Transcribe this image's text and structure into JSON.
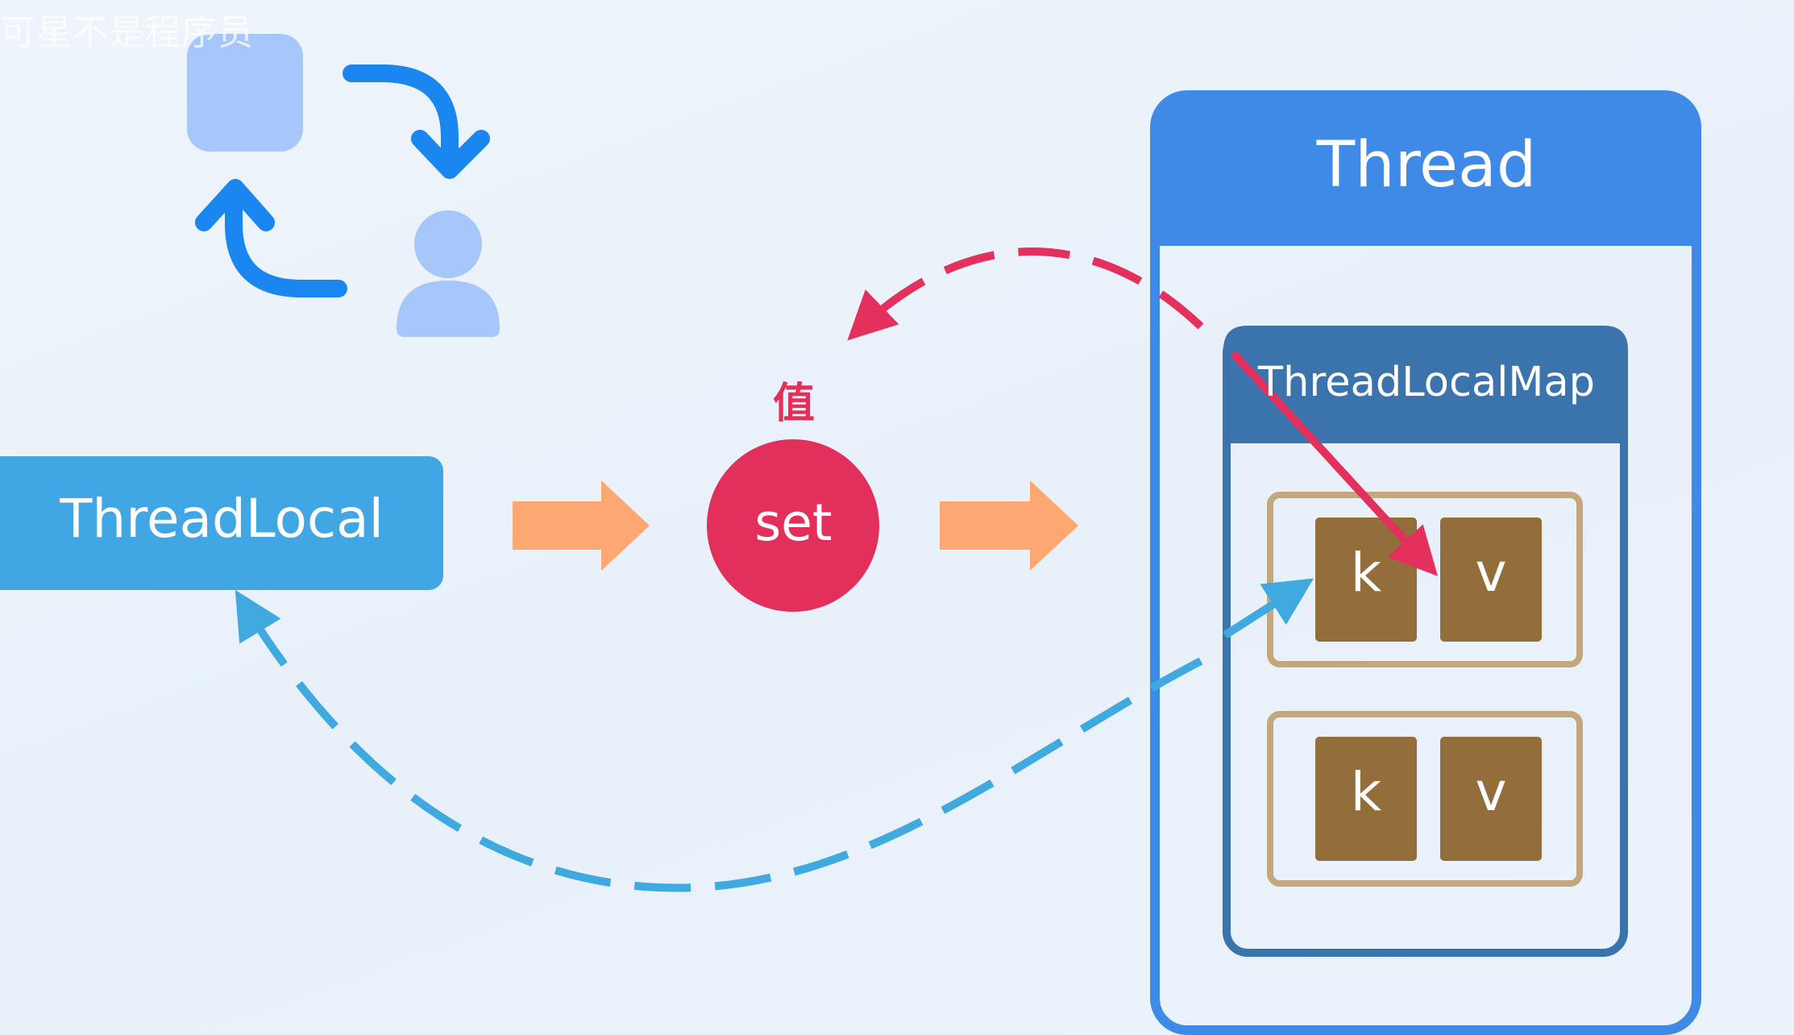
{
  "watermark": "可星不是程序员",
  "thread": {
    "title": "Thread"
  },
  "thread_local_map": {
    "title": "ThreadLocalMap",
    "entries": [
      {
        "key": "k",
        "value": "v"
      },
      {
        "key": "k",
        "value": "v"
      }
    ]
  },
  "thread_local": {
    "label": "ThreadLocal"
  },
  "set_node": {
    "label": "set",
    "value_label": "值"
  },
  "colors": {
    "thread_blue": "#3f8ae6",
    "map_blue": "#3b73ac",
    "threadlocal_blue": "#41a6e4",
    "set_red": "#e32f5c",
    "arrow_orange": "#fda873",
    "entry_brown": "#946e3a",
    "entry_border": "#c4a87c",
    "return_dashed_blue": "#3fa9e0",
    "dashed_red": "#e3305c",
    "icon_blue": "#1a86f0",
    "icon_light_blue": "#a7c7fb"
  },
  "icons": [
    "document-icon",
    "user-icon",
    "cycle-arrow-icon"
  ]
}
